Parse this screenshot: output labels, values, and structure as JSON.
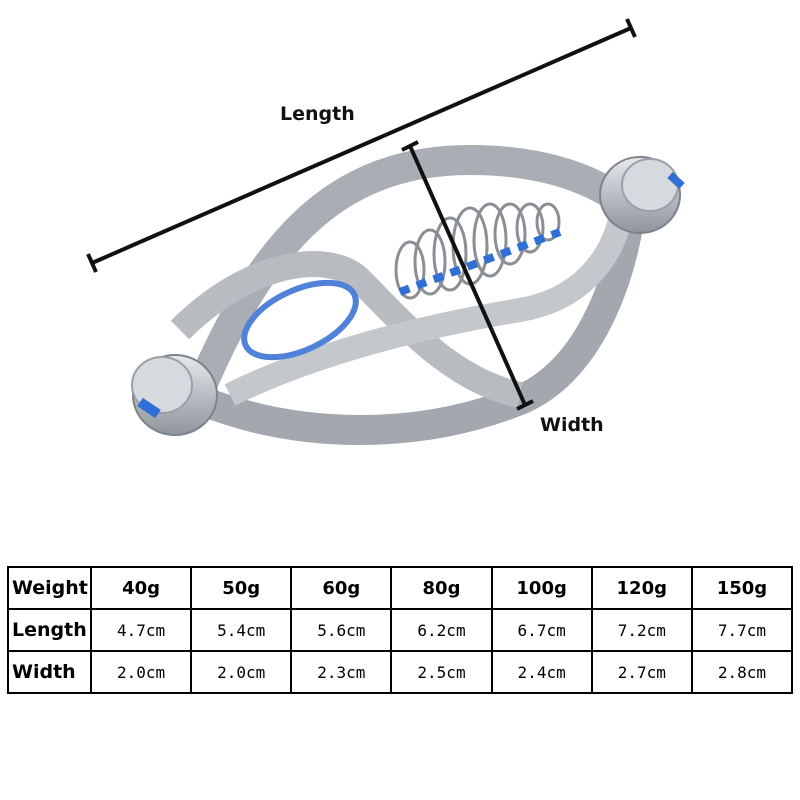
{
  "dimensions": {
    "length_label": "Length",
    "width_label": "Width"
  },
  "table": {
    "row_headers": [
      "Weight",
      "Length",
      "Width"
    ],
    "weights": [
      "40g",
      "50g",
      "60g",
      "80g",
      "100g",
      "120g",
      "150g"
    ],
    "lengths": [
      "4.7cm",
      "5.4cm",
      "5.6cm",
      "6.2cm",
      "6.7cm",
      "7.2cm",
      "7.7cm"
    ],
    "widths": [
      "2.0cm",
      "2.0cm",
      "2.3cm",
      "2.5cm",
      "2.4cm",
      "2.7cm",
      "2.8cm"
    ]
  },
  "colors": {
    "metal": "#c9cdd2",
    "accent": "#2f6fd6",
    "ink": "#111111"
  }
}
